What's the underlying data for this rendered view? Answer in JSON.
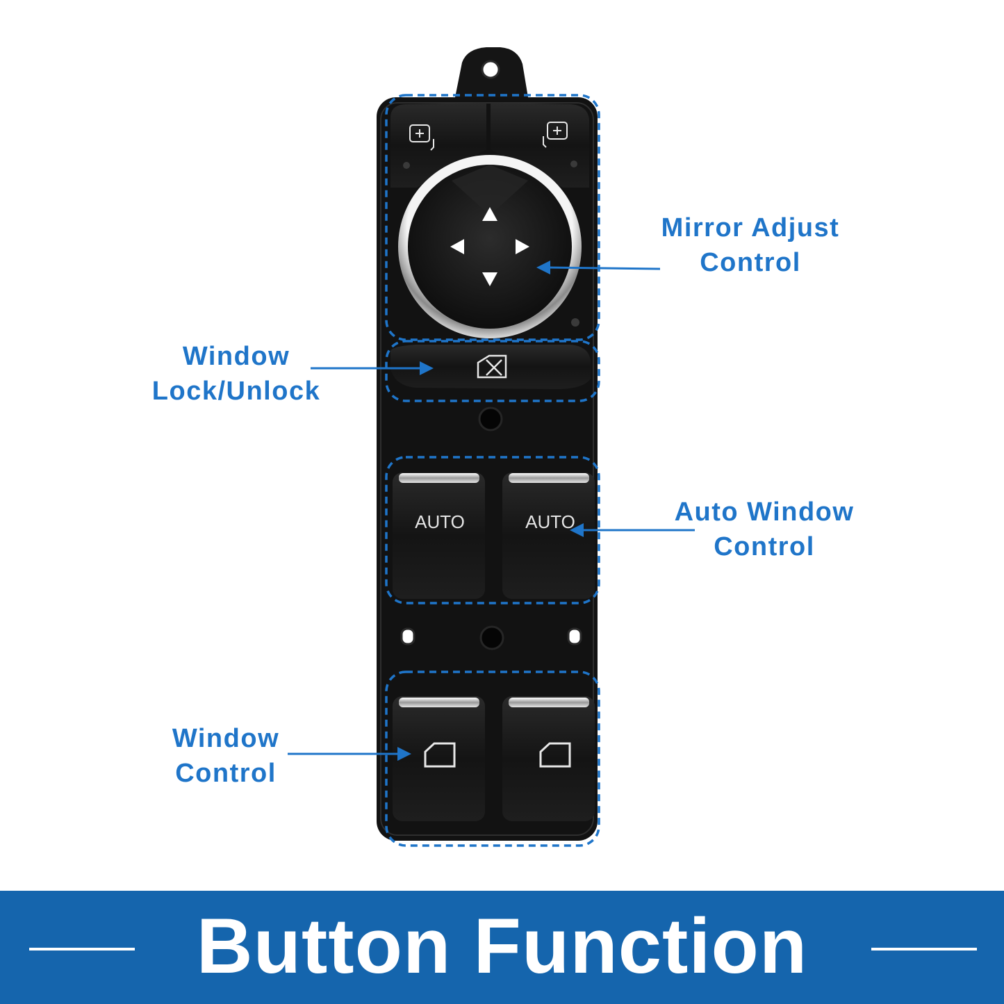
{
  "callouts": {
    "mirror": {
      "line1": "Mirror Adjust",
      "line2": "Control"
    },
    "lock": {
      "line1": "Window",
      "line2": "Lock/Unlock"
    },
    "auto": {
      "line1": "Auto Window",
      "line2": "Control"
    },
    "window": {
      "line1": "Window",
      "line2": "Control"
    }
  },
  "switch": {
    "auto_left": "AUTO",
    "auto_right": "AUTO"
  },
  "banner": {
    "title": "Button Function"
  },
  "colors": {
    "accent": "#1f75c9",
    "banner": "#1565ad",
    "device": "#121212"
  }
}
